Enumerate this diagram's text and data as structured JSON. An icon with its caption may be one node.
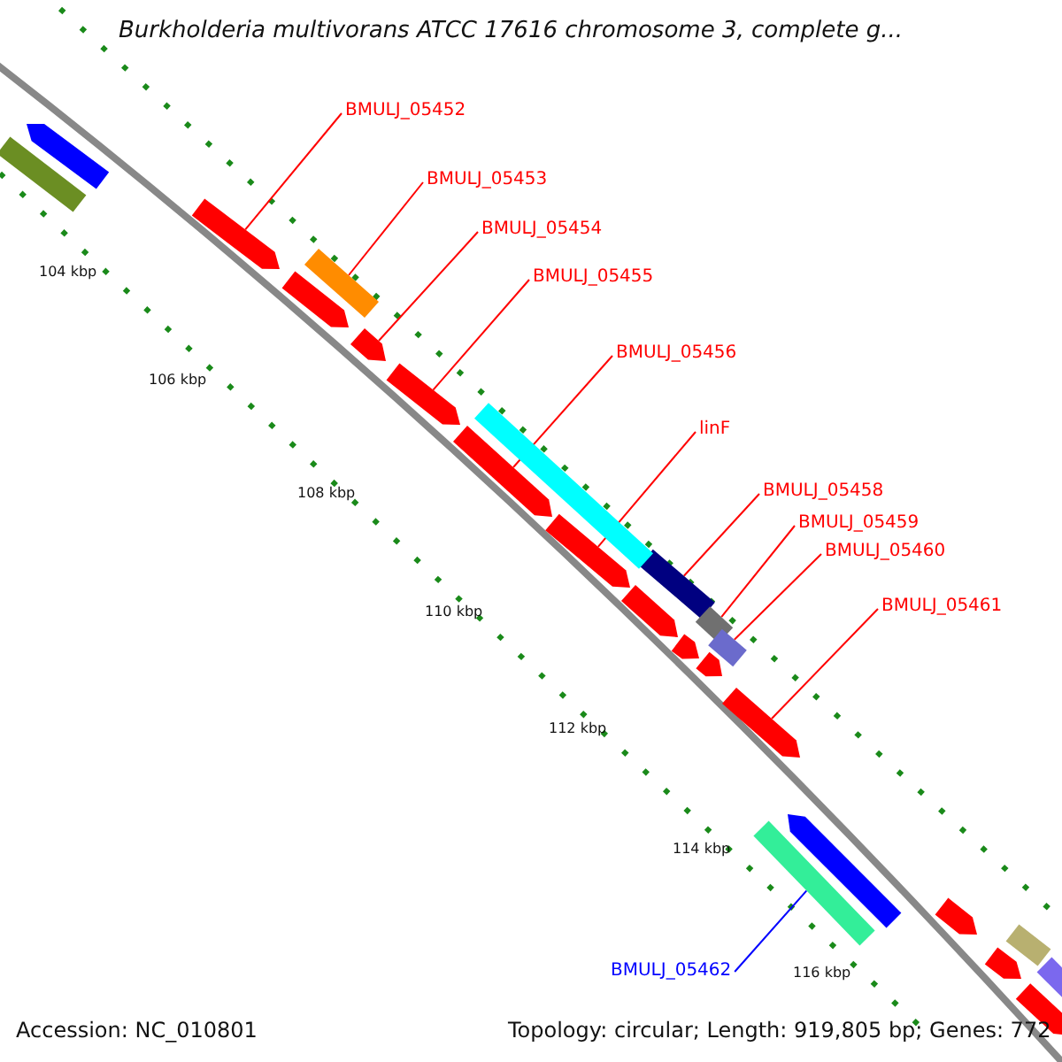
{
  "diagram": {
    "title": "Burkholderia multivorans ATCC 17616 chromosome 3, complete g...",
    "nodes": [
      {
        "text": [
          "BMULJ_05452"
        ]
      },
      {
        "text": [
          "BMULJ_05453"
        ]
      },
      {
        "text": [
          "BMULJ_05454"
        ]
      },
      {
        "text": [
          "BMULJ_05455"
        ]
      },
      {
        "text": [
          "BMULJ_05456"
        ]
      },
      {
        "text": [
          "linF"
        ]
      },
      {
        "text": [
          "BMULJ_05458"
        ]
      },
      {
        "text": [
          "BMULJ_05459"
        ]
      },
      {
        "text": [
          "BMULJ_05460"
        ]
      },
      {
        "text": [
          "BMULJ_05461"
        ]
      },
      {
        "text": [
          "BMULJ_05462"
        ]
      },
      {
        "text": [],
        "shape": "bar"
      },
      {
        "text": [],
        "shape": "bar"
      },
      {
        "text": [],
        "shape": "bar"
      },
      {
        "text": [],
        "shape": "bar"
      },
      {
        "text": [],
        "shape": "bar"
      },
      {
        "text": [],
        "shape": "bar"
      },
      {
        "text": [],
        "shape": "bar"
      },
      {
        "text": [],
        "shape": "bar"
      },
      {
        "text": [],
        "shape": "bar"
      },
      {
        "text": [],
        "shape": "bar"
      },
      {
        "text": [],
        "shape": "bar"
      },
      {
        "text": [],
        "shape": "bar"
      },
      {
        "text": [],
        "shape": "bar"
      },
      {
        "text": [],
        "shape": "bar"
      },
      {
        "text": [],
        "shape": "bar"
      },
      {
        "text": [],
        "shape": "bar"
      },
      {
        "text": [],
        "shape": "bar"
      },
      {
        "text": [],
        "shape": "bar"
      },
      {
        "text": [],
        "shape": "bar"
      },
      {
        "text": [],
        "shape": "bar"
      },
      {
        "text": [],
        "shape": "bar"
      },
      {
        "text": [],
        "shape": "bar"
      },
      {
        "text": [],
        "shape": "bar"
      },
      {
        "text": [],
        "shape": "bar"
      }
    ],
    "edges": [
      {
        "from": 0,
        "to": 11,
        "arrow": "none"
      },
      {
        "from": 1,
        "to": 12,
        "arrow": "none"
      },
      {
        "from": 2,
        "to": 13,
        "arrow": "none"
      },
      {
        "from": 3,
        "to": 14,
        "arrow": "none"
      },
      {
        "from": 4,
        "to": 15,
        "arrow": "none"
      },
      {
        "from": 5,
        "to": 16,
        "arrow": "none"
      },
      {
        "from": 6,
        "to": 17,
        "arrow": "none"
      },
      {
        "from": 7,
        "to": 18,
        "arrow": "none"
      },
      {
        "from": 8,
        "to": 19,
        "arrow": "none"
      },
      {
        "from": 9,
        "to": 20,
        "arrow": "none"
      },
      {
        "from": 10,
        "to": 21,
        "arrow": "none",
        "color": "#0000ff"
      }
    ],
    "labels": [
      "104 kbp",
      "106 kbp",
      "108 kbp",
      "110 kbp",
      "112 kbp",
      "114 kbp",
      "116 kbp",
      "Accession: NC_010801",
      "Topology: circular; Length: 919,805 bp; Genes: 772"
    ]
  }
}
